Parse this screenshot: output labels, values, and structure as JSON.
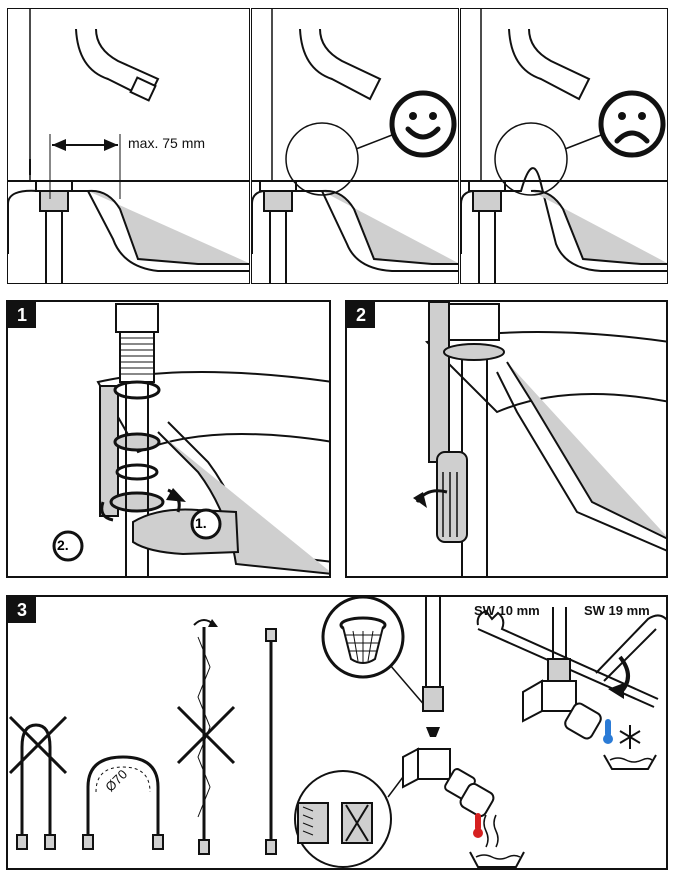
{
  "top_row": {
    "dimension_label": "max. 75 mm"
  },
  "steps": [
    {
      "number": "1",
      "markers": [
        "1.",
        "2."
      ]
    },
    {
      "number": "2"
    },
    {
      "number": "3"
    }
  ],
  "step3": {
    "bend_diameter": "Ø70",
    "wrench_small": "SW 10 mm",
    "wrench_large": "SW 19 mm"
  },
  "colors": {
    "line": "#111111",
    "fill_gray": "#cfcfcf",
    "cold": "#2b7bd6",
    "hot": "#d62020"
  },
  "icons": [
    "smiley-happy-icon",
    "smiley-sad-icon",
    "rotate-arrow-icon",
    "snowflake-icon",
    "thermometer-cold-icon",
    "thermometer-hot-icon",
    "strainer-icon",
    "wrench-icon"
  ]
}
